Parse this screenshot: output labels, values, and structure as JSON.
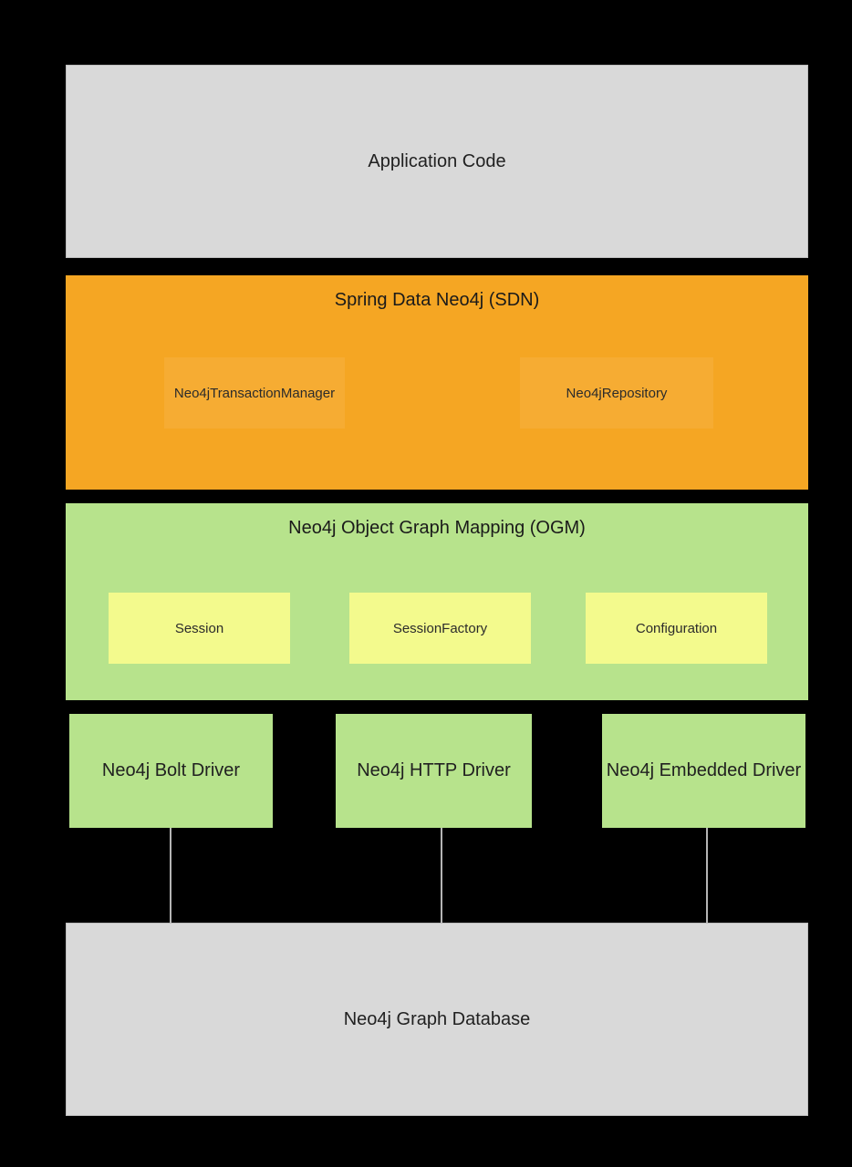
{
  "diagram": {
    "application": {
      "label": "Application Code"
    },
    "sdn": {
      "title": "Spring Data Neo4j (SDN)",
      "components": [
        {
          "label": "Neo4jTransactionManager"
        },
        {
          "label": "Neo4jRepository"
        }
      ]
    },
    "ogm": {
      "title": "Neo4j Object Graph Mapping (OGM)",
      "components": [
        {
          "label": "Session"
        },
        {
          "label": "SessionFactory"
        },
        {
          "label": "Configuration"
        }
      ]
    },
    "drivers": [
      {
        "label": "Neo4j Bolt Driver"
      },
      {
        "label": "Neo4j HTTP Driver"
      },
      {
        "label": "Neo4j Embedded Driver"
      }
    ],
    "database": {
      "label": "Neo4j Graph Database"
    }
  },
  "colors": {
    "background": "#000000",
    "gray_box": "#d9d9d9",
    "orange_box": "#f5a623",
    "orange_inner_box": "#f6ac33",
    "green_box": "#b7e38c",
    "yellow_box": "#f3fa8d",
    "connector_line": "#b5b5b5",
    "text": "#212121"
  }
}
